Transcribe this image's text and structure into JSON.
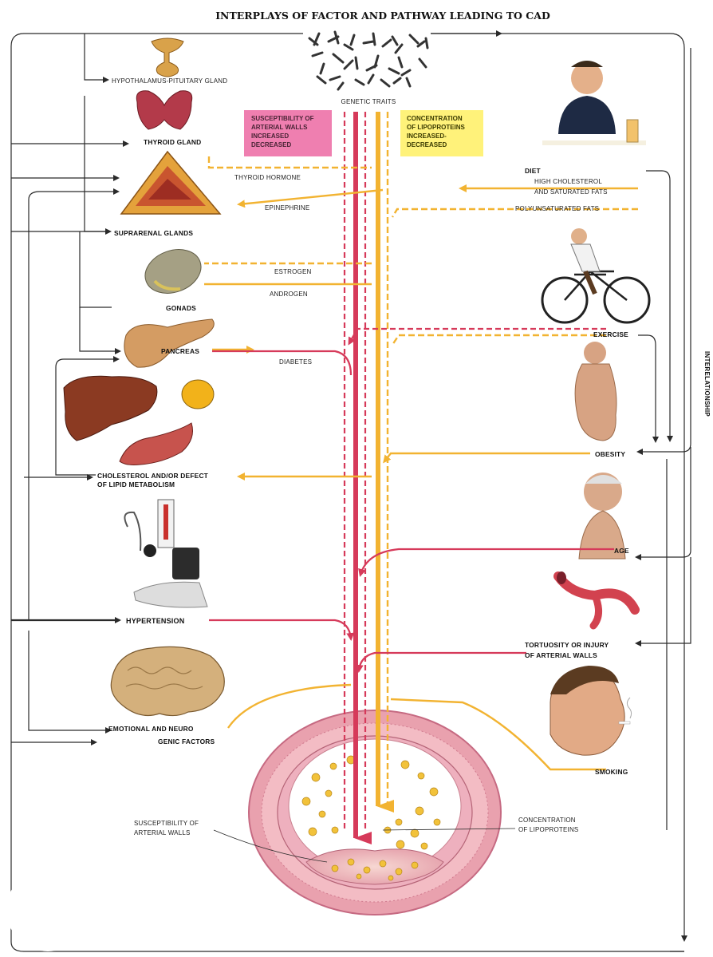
{
  "title": "INTERPLAYS OF FACTOR AND PATHWAY LEADING TO CAD",
  "side_label": "INTERELATIONSHIP",
  "genetic_traits": "GENETIC TRAITS",
  "susceptibility_box": {
    "line1": "SUSCEPTIBILITY OF",
    "line2": "ARTERIAL WALLS",
    "line3": "INCREASED",
    "line4": "DECREASED",
    "color": "#ef7fb0"
  },
  "lipoprotein_box": {
    "line1": "CONCENTRATION",
    "line2": "OF LIPOPROTEINS",
    "line3": "INCREASED-",
    "line4": "DECREASED",
    "color": "#fff27a"
  },
  "left_factors": {
    "hypothalamus": "HYPOTHALAMUS-PITUITARY GLAND",
    "thyroid": "THYROID GLAND",
    "suprarenal": "SUPRARENAL GLANDS",
    "gonads": "GONADS",
    "pancreas": "PANCREAS",
    "cholesterol_1": "CHOLESTEROL AND/OR DEFECT",
    "cholesterol_2": "OF LIPID METABOLISM",
    "hypertension": "HYPERTENSION",
    "emotional_1": "EMOTIONAL AND NEURO",
    "emotional_2": "GENIC FACTORS"
  },
  "pathway_labels": {
    "thyroid_hormone": "THYROID HORMONE",
    "epinephrine": "EPINEPHRINE",
    "estrogen": "ESTROGEN",
    "androgen": "ANDROGEN",
    "diabetes": "DIABETES"
  },
  "right_factors": {
    "diet": "DIET",
    "diet_1": "HIGH CHOLESTEROL",
    "diet_2": "AND SATURATED FATS",
    "poly": "POLYUNSATURATED FATS",
    "exercise": "EXERCISE",
    "obesity": "OBESITY",
    "age": "AGE",
    "tortuosity_1": "TORTUOSITY OR INJURY",
    "tortuosity_2": "OF ARTERIAL WALLS",
    "smoking": "SMOKING"
  },
  "artery_labels": {
    "susceptibility_1": "SUSCEPTIBILITY OF",
    "susceptibility_2": "ARTERIAL WALLS",
    "concentration_1": "CONCENTRATION",
    "concentration_2": "OF LIPOPROTEINS"
  },
  "colors": {
    "red_pathway": "#d63a5a",
    "yellow_pathway": "#f2b331",
    "connector": "#2a2a2a"
  }
}
